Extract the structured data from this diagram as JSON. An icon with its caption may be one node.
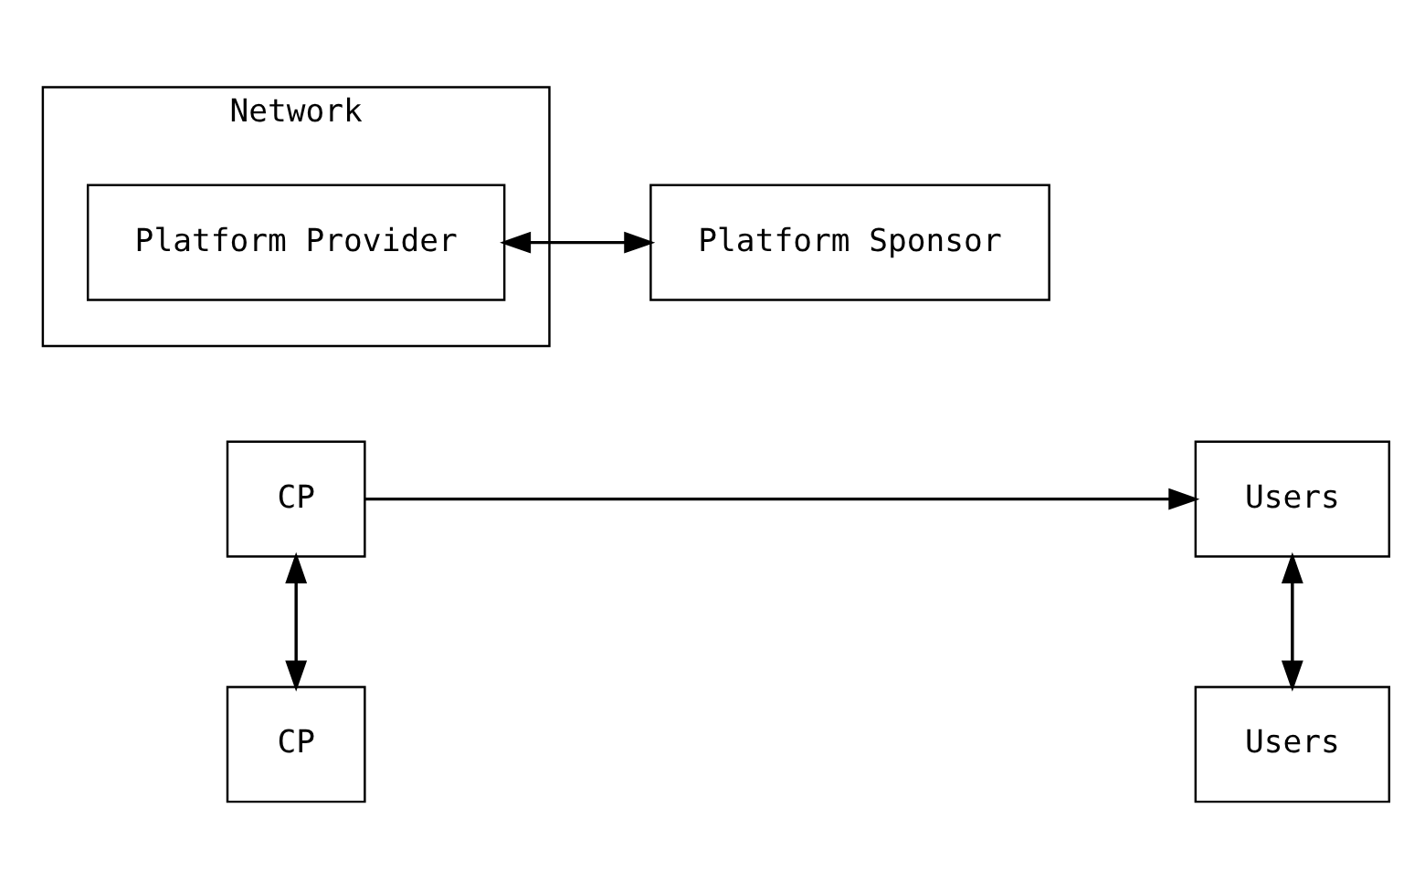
{
  "diagram": {
    "nodes": [
      {
        "text": [
          "CP"
        ]
      },
      {
        "text": [
          "Network"
        ]
      },
      {
        "text": [
          "Platform Provider"
        ],
        "in": 1
      },
      {
        "text": [
          "Users"
        ]
      },
      {
        "text": [
          "CP"
        ]
      },
      {
        "text": [
          "Users"
        ]
      },
      {
        "text": [
          "Platform Sponsor"
        ]
      }
    ],
    "edges": [
      {
        "from": 0,
        "to": 3,
        "arrow": "to"
      },
      {
        "from": 0,
        "to": 4,
        "arrow": "both"
      },
      {
        "from": 3,
        "to": 5,
        "arrow": "both"
      },
      {
        "from": 2,
        "to": 6,
        "arrow": "both"
      }
    ]
  }
}
